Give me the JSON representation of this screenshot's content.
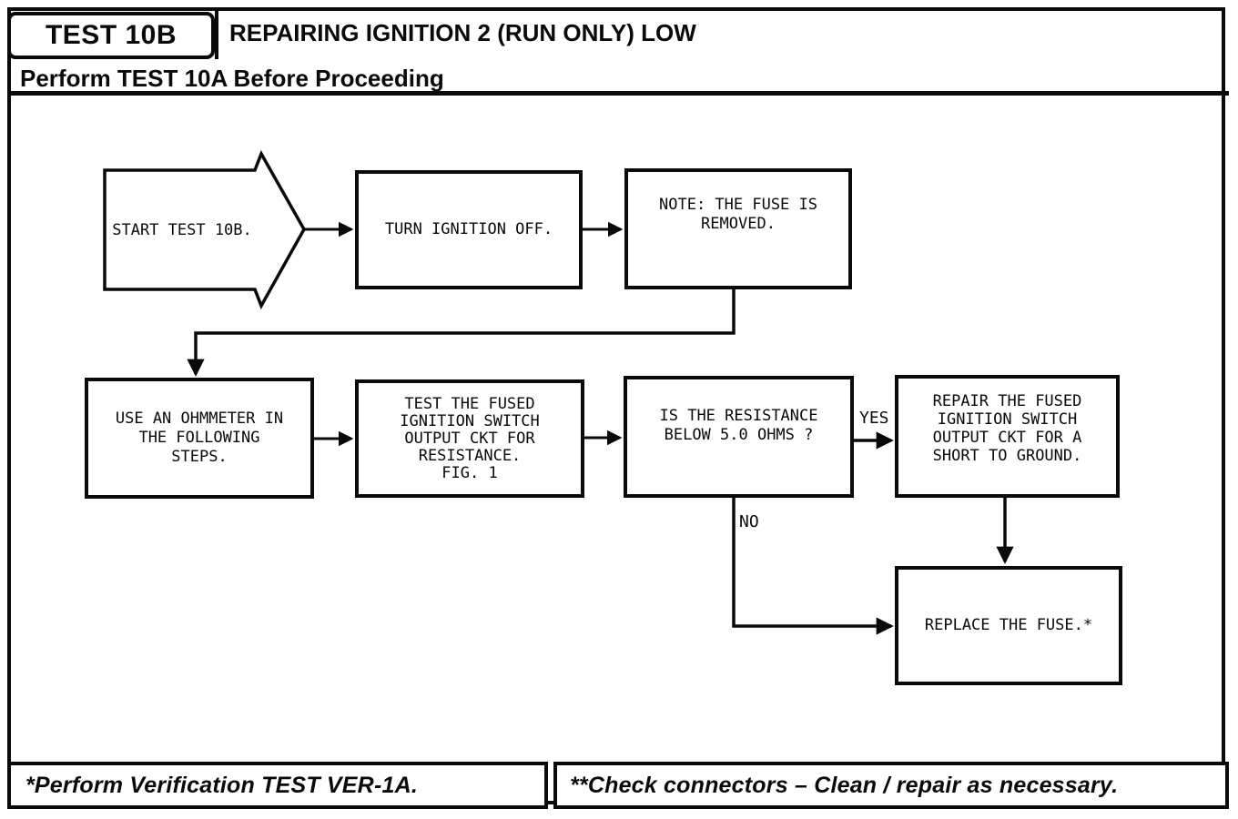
{
  "header": {
    "test_id": "TEST 10B",
    "title": "REPAIRING IGNITION 2 (RUN ONLY) LOW",
    "instruction": "Perform TEST 10A Before Proceeding"
  },
  "flowchart": {
    "nodes": {
      "start": "START TEST 10B.",
      "turn_ignition_off": "TURN IGNITION OFF.",
      "note_fuse_removed": "NOTE: THE FUSE IS\nREMOVED.",
      "use_ohmmeter": "USE AN OHMMETER IN\nTHE FOLLOWING\nSTEPS.",
      "test_fused_ckt": "TEST THE FUSED\nIGNITION SWITCH\nOUTPUT CKT FOR\nRESISTANCE.\nFIG. 1",
      "is_resistance_low": "IS THE RESISTANCE\nBELOW 5.0 OHMS ?",
      "repair_short": "REPAIR THE FUSED\nIGNITION SWITCH\nOUTPUT CKT FOR A\nSHORT TO GROUND.",
      "replace_fuse": "REPLACE THE FUSE.*"
    },
    "edge_labels": {
      "yes": "YES",
      "no": "NO"
    }
  },
  "footer": {
    "note_verification": "*Perform Verification TEST VER-1A.",
    "note_connectors": "**Check connectors – Clean / repair as necessary."
  },
  "colors": {
    "ink": "#0a0a0a",
    "paper": "#ffffff"
  }
}
